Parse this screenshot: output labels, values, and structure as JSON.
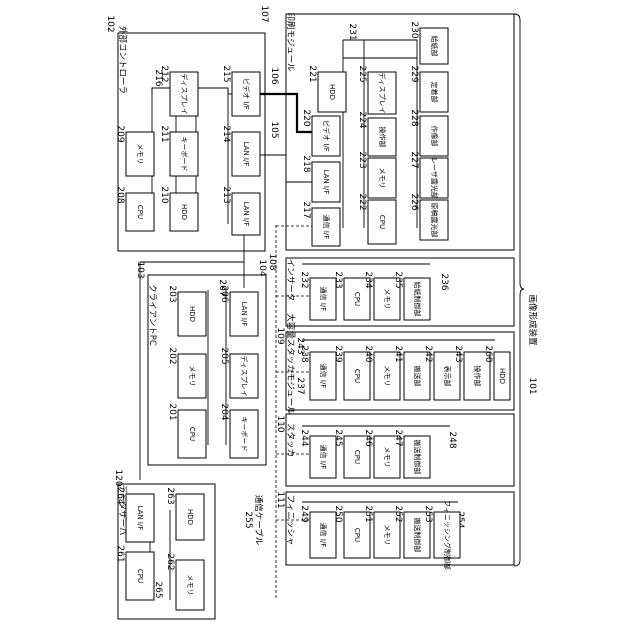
{
  "groups": {
    "external_controller": {
      "title": "外部コントローラ",
      "ref": "102",
      "bus_ref": "216"
    },
    "print_module": {
      "title": "印刷モジュール",
      "ref": "107",
      "bus_ref": "231"
    },
    "client_pc": {
      "title": "クライアントPC",
      "ref": "103"
    },
    "inserter": {
      "title": "インサータ",
      "ref": "108",
      "bus_ref": "236"
    },
    "large_stacker_module": {
      "title": "大容量スタッカモジュール",
      "ref": "109",
      "bus_ref": "243"
    },
    "stacker": {
      "title": "スタッカ",
      "ref": "110",
      "bus_ref": "248"
    },
    "finisher": {
      "title": "フィニッシャ",
      "ref": "111",
      "bus_ref": "254"
    },
    "data_server": {
      "title": "データサーバ",
      "ref": "120"
    },
    "image_forming_apparatus": {
      "title": "画像形成装置",
      "ref": "101"
    },
    "comm_cable": {
      "title": "通信ケーブル",
      "ref": "255"
    }
  },
  "lines": {
    "l104": "104",
    "l105": "105",
    "l106": "106",
    "l237": "237"
  },
  "blocks": {
    "b208": {
      "label": "CPU",
      "ref": "208"
    },
    "b209": {
      "label": "メモリ",
      "ref": "209"
    },
    "b210": {
      "label": "HDD",
      "ref": "210"
    },
    "b211": {
      "label": "キーボード",
      "ref": "211"
    },
    "b212": {
      "label": "ディスプレイ",
      "ref": "212"
    },
    "b213": {
      "label": "LAN I/F",
      "ref": "213"
    },
    "b214": {
      "label": "LAN I/F",
      "ref": "214"
    },
    "b215": {
      "label": "ビデオ I/F",
      "ref": "215"
    },
    "b217": {
      "label": "通信 I/F",
      "ref": "217"
    },
    "b218": {
      "label": "LAN I/F",
      "ref": "218"
    },
    "b220": {
      "label": "ビデオ I/F",
      "ref": "220"
    },
    "b221": {
      "label": "HDD",
      "ref": "221"
    },
    "b222": {
      "label": "CPU",
      "ref": "222"
    },
    "b223": {
      "label": "メモリ",
      "ref": "223"
    },
    "b224": {
      "label": "操作部",
      "ref": "224"
    },
    "b225": {
      "label": "ディスプレイ",
      "ref": "225"
    },
    "b226": {
      "label": "原稿露光部",
      "ref": "226"
    },
    "b227": {
      "label": "レーザ露光部",
      "ref": "227"
    },
    "b228": {
      "label": "作像部",
      "ref": "228"
    },
    "b229": {
      "label": "定着部",
      "ref": "229"
    },
    "b230": {
      "label": "給紙部",
      "ref": "230"
    },
    "b201": {
      "label": "CPU",
      "ref": "201"
    },
    "b202": {
      "label": "メモリ",
      "ref": "202"
    },
    "b203": {
      "label": "HDD",
      "ref": "203"
    },
    "b204": {
      "label": "キーボード",
      "ref": "204"
    },
    "b205": {
      "label": "ディスプレイ",
      "ref": "205"
    },
    "b206": {
      "label": "LAN I/F",
      "ref": "206"
    },
    "b207": {
      "label": "",
      "ref": "207"
    },
    "b232": {
      "label": "通信 I/F",
      "ref": "232"
    },
    "b233": {
      "label": "CPU",
      "ref": "233"
    },
    "b234": {
      "label": "メモリ",
      "ref": "234"
    },
    "b235": {
      "label": "給紙制御部",
      "ref": "235"
    },
    "b238": {
      "label": "通信 I/F",
      "ref": "238"
    },
    "b239": {
      "label": "CPU",
      "ref": "239"
    },
    "b240": {
      "label": "メモリ",
      "ref": "240"
    },
    "b241": {
      "label": "搬送部",
      "ref": "241"
    },
    "b242": {
      "label": "表示部",
      "ref": "242"
    },
    "b243": {
      "label": "操作部",
      "ref": "243"
    },
    "b260": {
      "label": "HDD",
      "ref": "260"
    },
    "b244": {
      "label": "通信 I/F",
      "ref": "244"
    },
    "b245": {
      "label": "CPU",
      "ref": "245"
    },
    "b246": {
      "label": "メモリ",
      "ref": "246"
    },
    "b247": {
      "label": "搬送制御部",
      "ref": "247"
    },
    "b249": {
      "label": "通信 I/F",
      "ref": "249"
    },
    "b250": {
      "label": "CPU",
      "ref": "250"
    },
    "b251": {
      "label": "メモリ",
      "ref": "251"
    },
    "b252": {
      "label": "搬送制御部",
      "ref": "252"
    },
    "b253": {
      "label": "フィニッシング制御部",
      "ref": "253"
    },
    "b261": {
      "label": "CPU",
      "ref": "261"
    },
    "b262": {
      "label": "メモリ",
      "ref": "262"
    },
    "b263": {
      "label": "HDD",
      "ref": "263"
    },
    "b264": {
      "label": "LAN I/F",
      "ref": "264"
    },
    "b265": {
      "label": "",
      "ref": "265"
    }
  }
}
